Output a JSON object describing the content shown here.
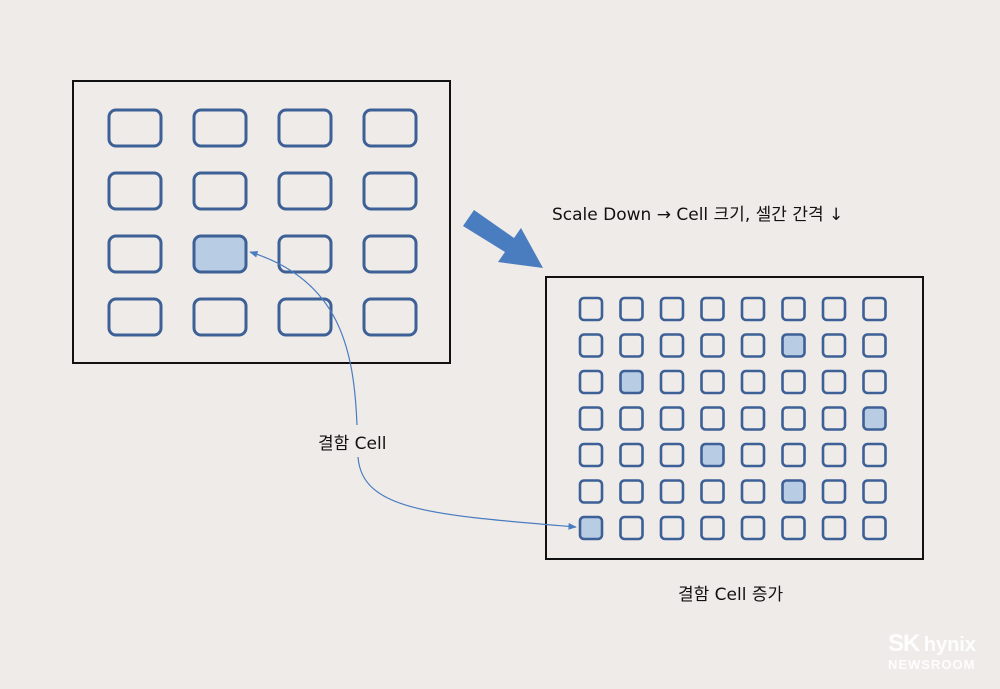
{
  "labels": {
    "scale_down": "Scale Down → Cell 크기, 셀간 간격 ↓",
    "defect_cell": "결함 Cell",
    "defect_increase": "결함 Cell 증가"
  },
  "logo": {
    "sk": "SK",
    "hynix": "hynix",
    "newsroom": "NEWSROOM"
  },
  "left_grid": {
    "rows": 4,
    "cols": 4,
    "defects": [
      [
        2,
        1
      ]
    ]
  },
  "right_grid": {
    "rows": 7,
    "cols": 8,
    "defects": [
      [
        1,
        5
      ],
      [
        2,
        1
      ],
      [
        3,
        7
      ],
      [
        4,
        3
      ],
      [
        5,
        5
      ],
      [
        6,
        0
      ]
    ]
  },
  "colors": {
    "background": "#efebe8",
    "cell_stroke": "#3d6096",
    "defect_fill": "#b8cce4",
    "arrow_fill": "#4a7cc0",
    "connector": "#4a7cc0",
    "frame": "#111111"
  }
}
